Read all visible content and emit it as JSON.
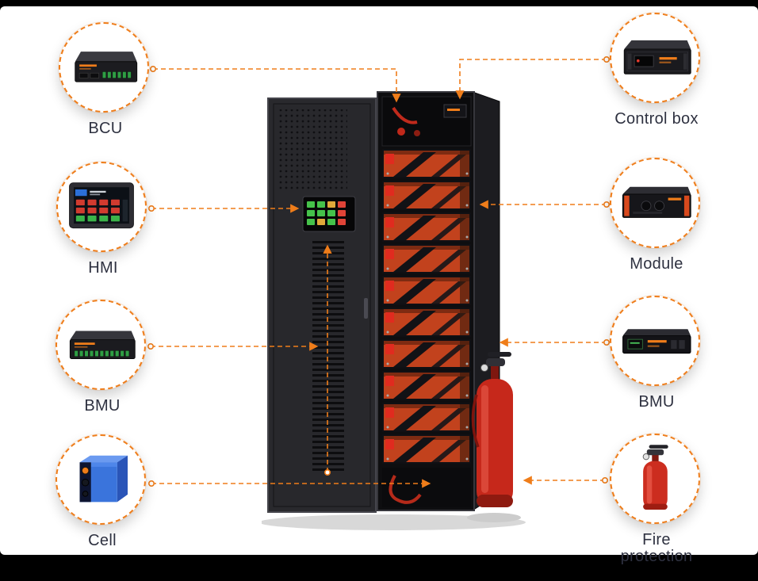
{
  "colors": {
    "accent_orange": "#ef7d1a",
    "label_text": "#2e3140",
    "cabinet_dark": "#1c1c20",
    "module_orange": "#c2421d",
    "cell_blue": "#3a74dc",
    "extinguisher_red": "#c6281b",
    "background": "#000000",
    "canvas": "#ffffff"
  },
  "left_callouts": [
    {
      "label": "BCU",
      "icon": "bcu-controller-icon"
    },
    {
      "label": "HMI",
      "icon": "hmi-touchscreen-icon"
    },
    {
      "label": "BMU",
      "icon": "bmu-controller-icon"
    },
    {
      "label": "Cell",
      "icon": "battery-cell-icon"
    }
  ],
  "right_callouts": [
    {
      "label": "Control box",
      "icon": "control-box-icon"
    },
    {
      "label": "Module",
      "icon": "battery-module-icon"
    },
    {
      "label": "BMU",
      "icon": "bmu-unit-icon"
    },
    {
      "label": "Fire protection",
      "icon": "fire-extinguisher-icon"
    }
  ]
}
